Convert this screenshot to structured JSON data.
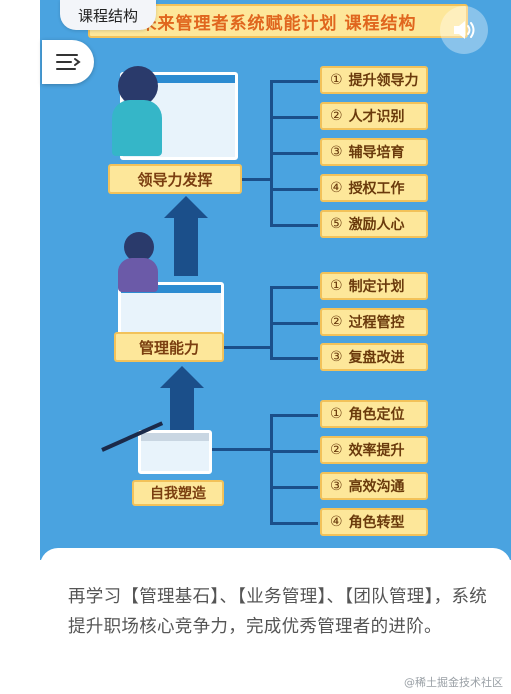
{
  "chip": {
    "label": "课程结构"
  },
  "poster": {
    "title": "未来管理者系统赋能计划 课程结构",
    "levels": [
      {
        "label": "领导力发挥",
        "items": [
          {
            "num": "①",
            "text": "提升领导力"
          },
          {
            "num": "②",
            "text": "人才识别"
          },
          {
            "num": "③",
            "text": "辅导培育"
          },
          {
            "num": "④",
            "text": "授权工作"
          },
          {
            "num": "⑤",
            "text": "激励人心"
          }
        ]
      },
      {
        "label": "管理能力",
        "items": [
          {
            "num": "①",
            "text": "制定计划"
          },
          {
            "num": "②",
            "text": "过程管控"
          },
          {
            "num": "③",
            "text": "复盘改进"
          }
        ]
      },
      {
        "label": "自我塑造",
        "items": [
          {
            "num": "①",
            "text": "角色定位"
          },
          {
            "num": "②",
            "text": "效率提升"
          },
          {
            "num": "③",
            "text": "高效沟通"
          },
          {
            "num": "④",
            "text": "角色转型"
          }
        ]
      }
    ]
  },
  "description": "再学习【管理基石】、【业务管理】、【团队管理】，系统提升职场核心竞争力，完成优秀管理者的进阶。",
  "watermark": "@稀土掘金技术社区"
}
